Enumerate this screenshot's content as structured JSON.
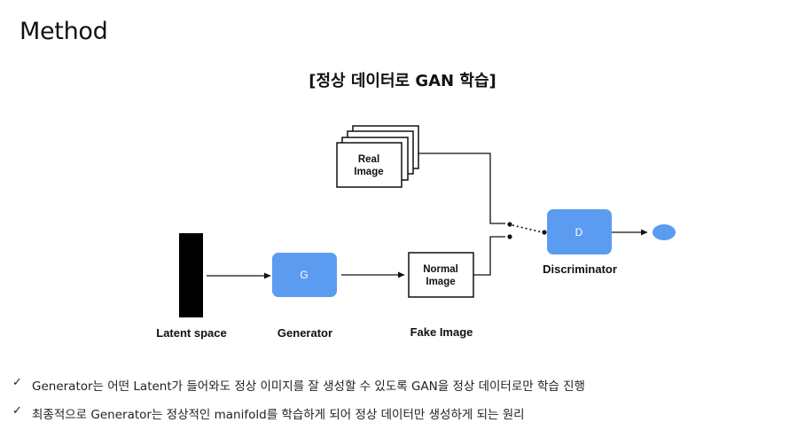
{
  "header": {
    "title": "Method",
    "subtitle": "[정상 데이터로 GAN 학습]"
  },
  "diagram": {
    "real_image_label": [
      "Real",
      "Image"
    ],
    "generator_box_label": "G",
    "fake_image_box_label": [
      "Normal",
      "Image"
    ],
    "discriminator_box_label": "D",
    "captions": {
      "latent": "Latent space",
      "generator": "Generator",
      "fake": "Fake Image",
      "discriminator": "Discriminator"
    },
    "colors": {
      "accent_blue": "#5b9cf0",
      "line": "#111111"
    }
  },
  "bullets": [
    {
      "icon": "check-icon",
      "text": "Generator는 어떤 Latent가 들어와도 정상 이미지를 잘 생성할 수 있도록 GAN을 정상 데이터로만 학습 진행"
    },
    {
      "icon": "check-icon",
      "text": "최종적으로 Generator는 정상적인 manifold를 학습하게 되어 정상 데이터만 생성하게 되는 원리"
    }
  ]
}
